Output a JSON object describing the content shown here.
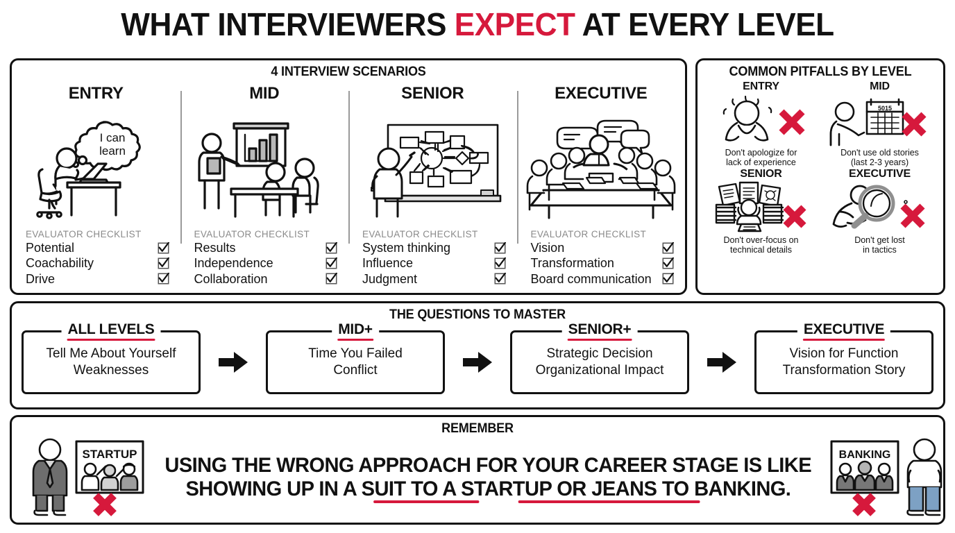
{
  "title": {
    "pre": "WHAT INTERVIEWERS ",
    "highlight": "EXPECT",
    "post": " AT EVERY LEVEL",
    "accent_color": "#D6193C"
  },
  "scenarios": {
    "heading": "4 INTERVIEW SCENARIOS",
    "checklist_label": "EVALUATOR CHECKLIST",
    "columns": [
      {
        "level": "ENTRY",
        "art": "person-at-laptop-with-thought-bubble",
        "bubble": "I can\nlearn",
        "items": [
          "Potential",
          "Coachability",
          "Drive"
        ]
      },
      {
        "level": "MID",
        "art": "presenter-with-bar-chart-and-two-listeners",
        "items": [
          "Results",
          "Independence",
          "Collaboration"
        ]
      },
      {
        "level": "SENIOR",
        "art": "person-drawing-system-diagram-on-whiteboard",
        "items": [
          "System thinking",
          "Influence",
          "Judgment"
        ]
      },
      {
        "level": "EXECUTIVE",
        "art": "boardroom-meeting-with-speech-bubbles",
        "items": [
          "Vision",
          "Transformation",
          "Board communication"
        ]
      }
    ]
  },
  "pitfalls": {
    "heading": "COMMON PITFALLS BY LEVEL",
    "items": [
      {
        "level": "ENTRY",
        "art": "person-face-in-hands-sweating",
        "caption": "Don't apologize for\nlack of experience"
      },
      {
        "level": "MID",
        "art": "person-pointing-at-old-calendar",
        "calendar_year": "5015",
        "caption": "Don't use old stories\n(last 2-3 years)"
      },
      {
        "level": "SENIOR",
        "art": "person-buried-in-paper-stacks",
        "caption": "Don't over-focus on\ntechnical details"
      },
      {
        "level": "EXECUTIVE",
        "art": "person-with-magnifying-glass",
        "caption": "Don't get lost\nin tactics"
      }
    ]
  },
  "questions": {
    "heading": "THE QUESTIONS TO MASTER",
    "steps": [
      {
        "legend": "ALL LEVELS",
        "lines": [
          "Tell Me About Yourself",
          "Weaknesses"
        ]
      },
      {
        "legend": "MID+",
        "lines": [
          "Time You Failed",
          "Conflict"
        ]
      },
      {
        "legend": "SENIOR+",
        "lines": [
          "Strategic Decision",
          "Organizational Impact"
        ]
      },
      {
        "legend": "EXECUTIVE",
        "lines": [
          "Vision for Function",
          "Transformation Story"
        ]
      }
    ],
    "arrow_icon": "right-arrow-icon"
  },
  "remember": {
    "heading": "REMEMBER",
    "line1": "USING THE WRONG APPROACH FOR YOUR CAREER STAGE IS LIKE",
    "line2": "SHOWING UP IN A SUIT TO A STARTUP OR JEANS TO BANKING.",
    "left_art": {
      "art": "man-in-suit-with-startup-poster",
      "sign": "STARTUP",
      "mark": "red-x-icon"
    },
    "right_art": {
      "art": "man-in-jeans-with-banking-poster",
      "sign": "BANKING",
      "mark": "red-x-icon"
    }
  }
}
